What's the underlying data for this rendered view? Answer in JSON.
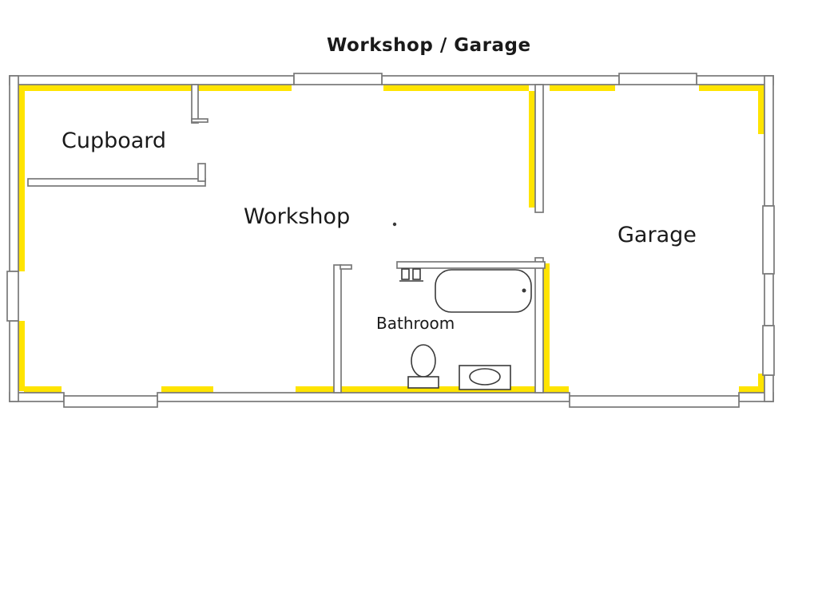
{
  "title": "Workshop / Garage",
  "rooms": {
    "cupboard": "Cupboard",
    "workshop": "Workshop",
    "garage": "Garage",
    "bathroom": "Bathroom"
  },
  "fixtures": {
    "bathtub": "bathtub",
    "taps": "bath-taps",
    "toilet": "toilet",
    "basin": "wash-basin",
    "door_handle": "door-handle-dot"
  },
  "colors": {
    "wall_stroke": "#787878",
    "highlight": "#ffe400",
    "text_color": "#1a1a1a",
    "fixture_stroke": "#3a3a3a"
  }
}
